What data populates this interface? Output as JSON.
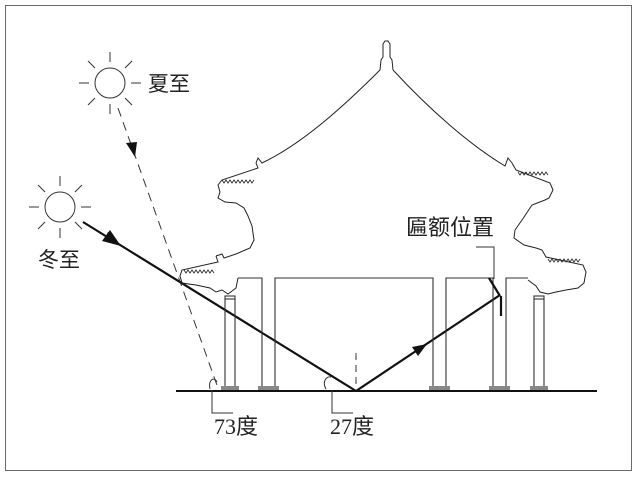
{
  "diagram": {
    "labels": {
      "summer_solstice": "夏至",
      "winter_solstice": "冬至",
      "plaque_position": "匾额位置",
      "summer_angle": "73度",
      "winter_angle": "27度"
    },
    "angles": {
      "summer_sun_elevation_deg": 73,
      "winter_sun_elevation_deg": 27
    },
    "colors": {
      "line": "#1a1a1a",
      "frame": "#6b6b6b",
      "background": "#ffffff"
    }
  }
}
